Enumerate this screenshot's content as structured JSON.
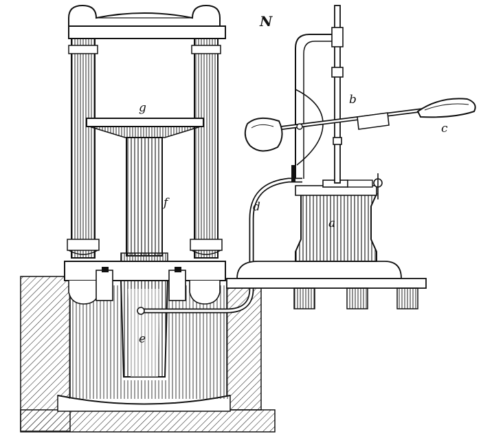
{
  "figure": {
    "plate_letter": "N",
    "labels": {
      "a": "a",
      "b": "b",
      "c": "c",
      "d": "d",
      "e": "e",
      "f": "f",
      "g": "g"
    }
  }
}
